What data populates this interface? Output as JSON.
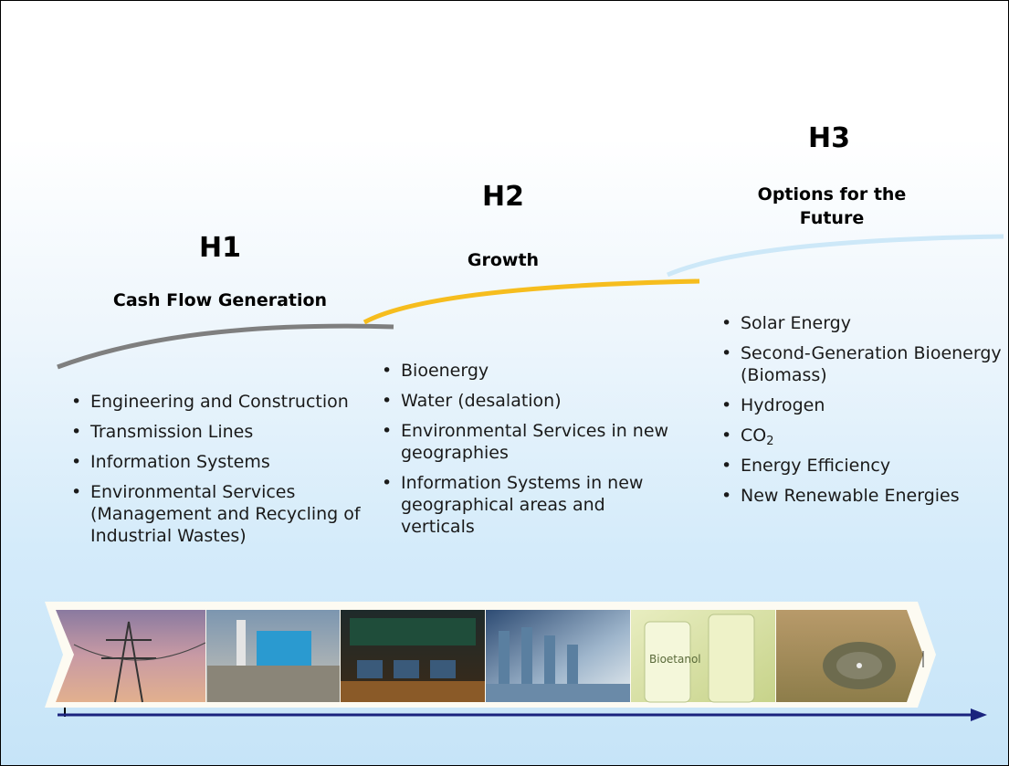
{
  "horizons": [
    {
      "title": "H1",
      "subtitle": "Cash Flow Generation",
      "items": [
        "Engineering and Construction",
        "Transmission Lines",
        "Information Systems",
        "Environmental Services (Management and Recycling of Industrial Wastes)"
      ]
    },
    {
      "title": "H2",
      "subtitle": "Growth",
      "items": [
        "Bioenergy",
        "Water (desalation)",
        "Environmental Services in new geographies",
        "Information Systems in new geographical areas and verticals"
      ]
    },
    {
      "title": "H3",
      "subtitle": "Options for the Future",
      "items": [
        "Solar Energy",
        "Second-Generation Bioenergy (Biomass)",
        "Hydrogen",
        "CO",
        "Energy Efficiency",
        "New Renewable Energies"
      ],
      "co2_subscript": "2"
    }
  ],
  "photo_captions": [
    "power-lines",
    "power-plant",
    "control-room",
    "solar-plant",
    "bioethanol",
    "solar-field"
  ],
  "photo_text": "Bioetanol",
  "colors": {
    "h1_curve": "#7f7f7f",
    "h2_curve": "#f6bd1e",
    "h3_curve": "#cde8f8",
    "arrow": "#1a237e"
  }
}
